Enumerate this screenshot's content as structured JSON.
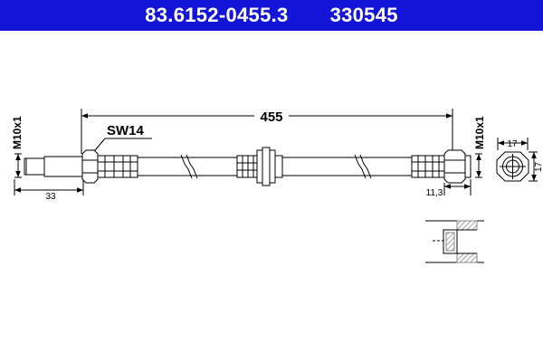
{
  "header": {
    "part_number": "83.6152-0455.3",
    "ref_number": "330545"
  },
  "drawing": {
    "total_length": "455",
    "wrench_size": "SW14",
    "thread_left": "M10x1",
    "thread_right": "M10x1",
    "left_fitting_length": "33",
    "right_fitting_length": "11,3",
    "hex_width": "17",
    "hex_height": "17"
  },
  "colors": {
    "header_bg": "#1515d8",
    "header_text": "#ffffff",
    "line": "#000000",
    "hatch": "#8a8a8a"
  }
}
